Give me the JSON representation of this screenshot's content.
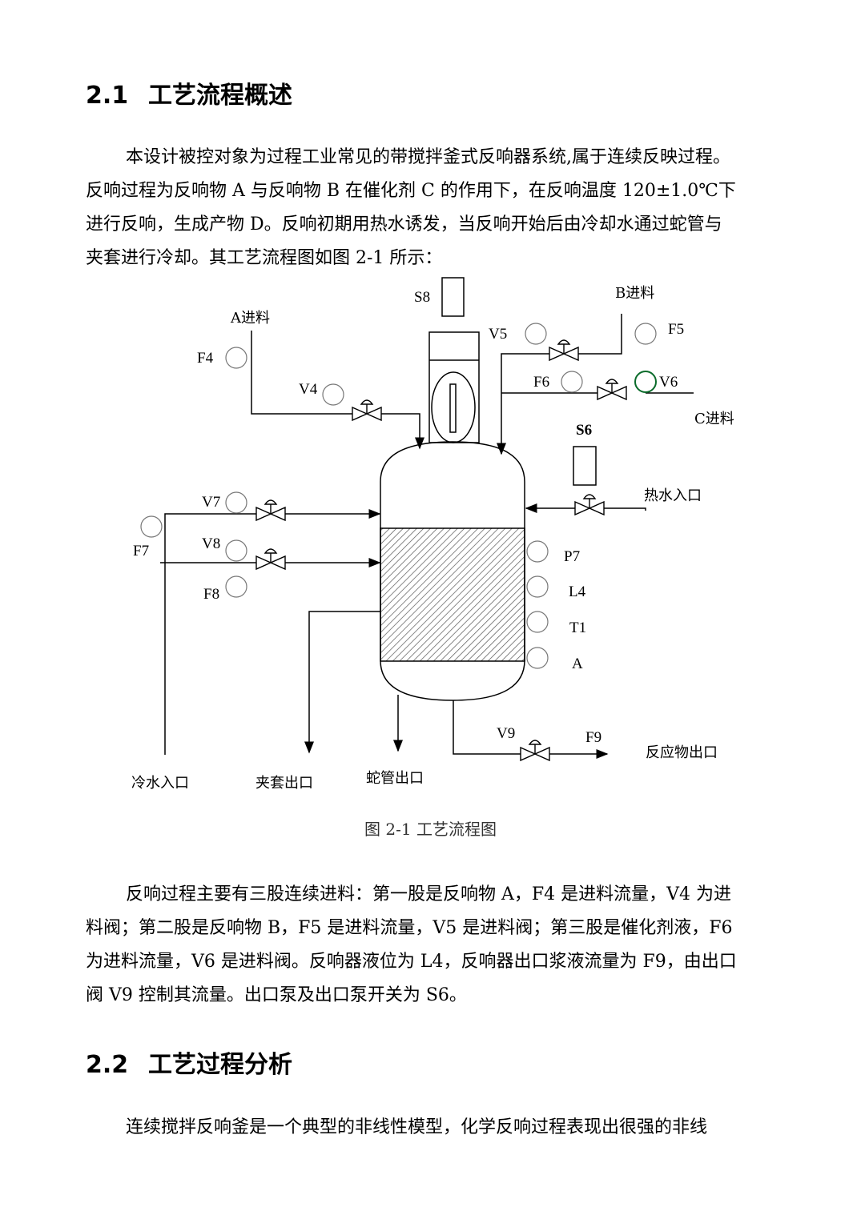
{
  "section1": {
    "number": "2.1",
    "title": "工艺流程概述"
  },
  "para1": {
    "lines": [
      "本设计被控对象为过程工业常见的带搅拌釜式反响器系统,属于连续反映过程。",
      "反响过程为反响物 A 与反响物 B 在催化剂 C 的作用下，在反响温度 120±1.0℃下",
      "进行反响，生成产物 D。反响初期用热水诱发，当反响开始后由冷却水通过蛇管与",
      "夹套进行冷却。其工艺流程图如图 2-1 所示："
    ]
  },
  "diagram": {
    "labels": {
      "S8": "S8",
      "A_feed": "A进料",
      "B_feed": "B进料",
      "C_feed": "C进料",
      "F4": "F4",
      "F5": "F5",
      "F6": "F6",
      "F7": "F7",
      "F8": "F8",
      "F9": "F9",
      "V4": "V4",
      "V5": "V5",
      "V6": "V6",
      "V7": "V7",
      "V8": "V8",
      "V9": "V9",
      "S6": "S6",
      "hot_water_in": "热水入口",
      "P7": "P7",
      "L4": "L4",
      "T1": "T1",
      "A": "A",
      "cold_water_in": "冷水入口",
      "jacket_out": "夹套出口",
      "coil_out": "蛇管出口",
      "product_out": "反应物出口"
    },
    "caption": "图 2-1    工艺流程图"
  },
  "para2": {
    "lines": [
      "反响过程主要有三股连续进料：第一股是反响物 A，F4 是进料流量，V4 为进",
      "料阀；第二股是反响物 B，F5 是进料流量，V5 是进料阀；第三股是催化剂液，F6",
      "为进料流量，V6 是进料阀。反响器液位为 L4，反响器出口浆液流量为 F9，由出口",
      "阀 V9 控制其流量。出口泵及出口泵开关为 S6。"
    ]
  },
  "section2": {
    "number": "2.2",
    "title": "工艺过程分析"
  },
  "para3": {
    "lines": [
      "连续搅拌反响釜是一个典型的非线性模型，化学反响过程表现出很强的非线"
    ]
  }
}
